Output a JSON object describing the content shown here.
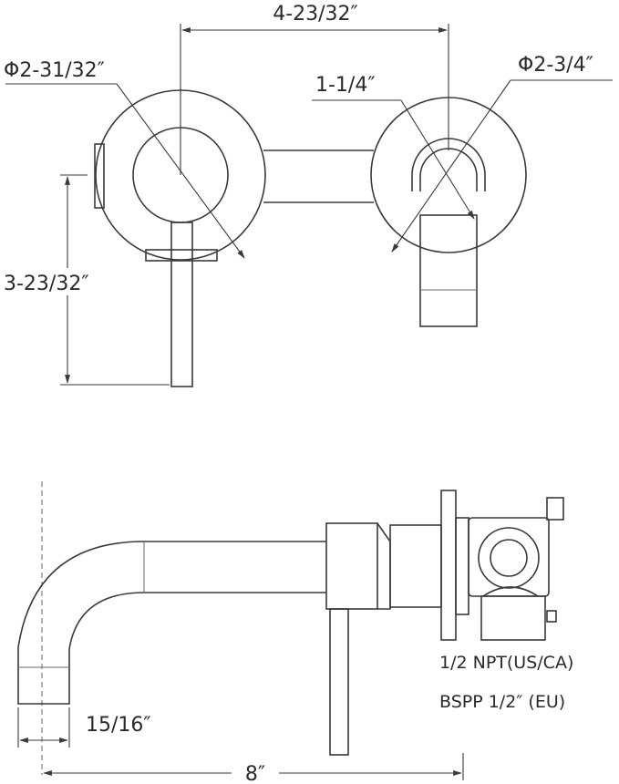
{
  "drawing": {
    "top_view": {
      "center_spacing": "4-23/32″",
      "left_plate_diameter": "Φ2-31/32″",
      "right_plate_diameter": "Φ2-3/4″",
      "spout_outlet": "1-1/4″",
      "handle_length": "3-23/32″"
    },
    "side_view": {
      "wall_offset": "15/16″",
      "spout_reach": "8″",
      "thread_us": "1/2 NPT(US/CA)",
      "thread_eu": "BSPP 1/2″ (EU)"
    }
  }
}
